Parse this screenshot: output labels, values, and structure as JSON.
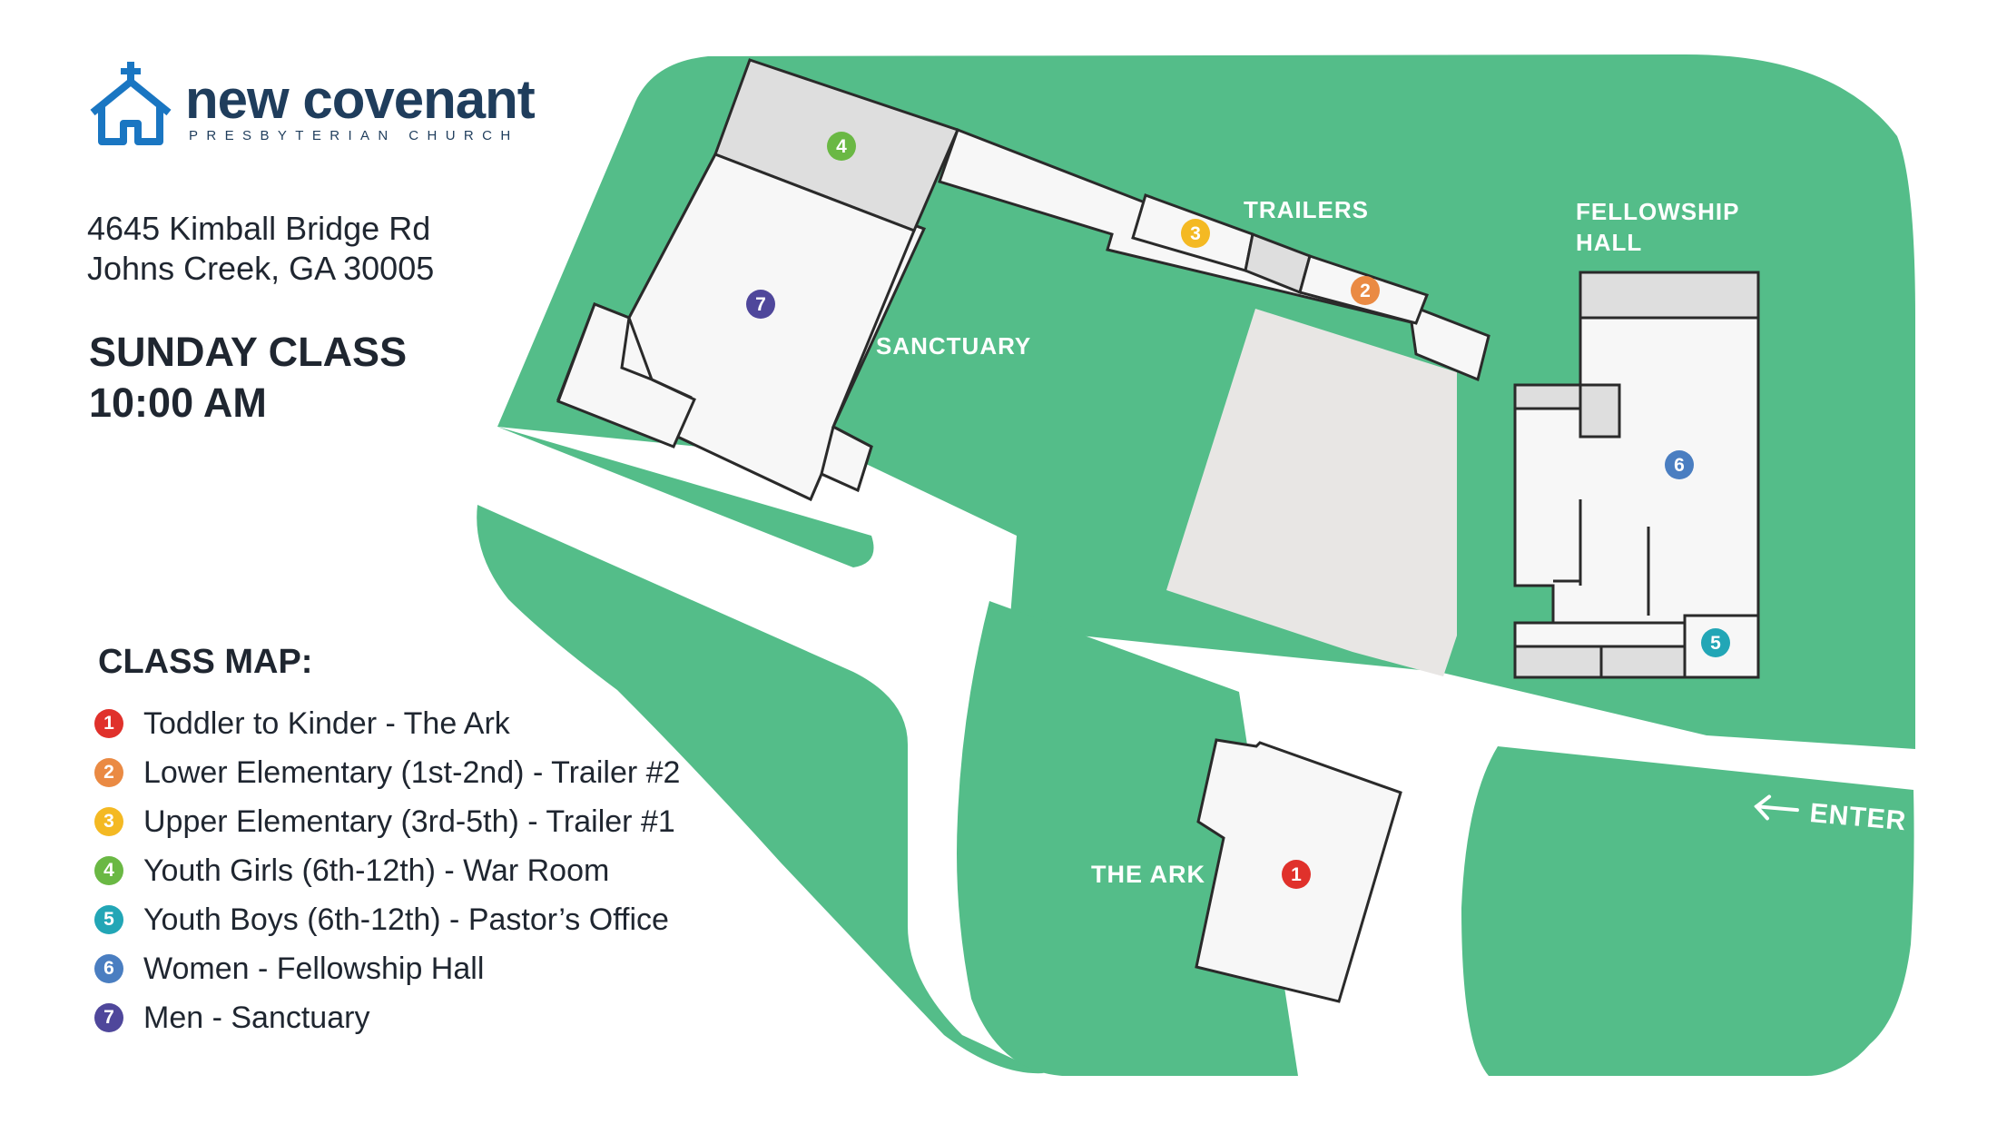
{
  "church": {
    "name": "new covenant",
    "subtitle": "PRESBYTERIAN CHURCH",
    "address_line1": "4645 Kimball Bridge Rd",
    "address_line2": "Johns Creek, GA 30005"
  },
  "service": {
    "line1": "SUNDAY CLASS",
    "line2": "10:00 AM"
  },
  "colors": {
    "grass": "#54bd89",
    "building_fill": "#f7f7f7",
    "building_stroke": "#2a2a2a",
    "shaded_room": "#dedede",
    "parking": "#e8e6e4",
    "brand": "#1a76c2",
    "text": "#1f2630"
  },
  "legend": {
    "title": "CLASS MAP:",
    "items": [
      {
        "num": "1",
        "label": "Toddler to Kinder - The Ark",
        "color": "#e0312b"
      },
      {
        "num": "2",
        "label": "Lower Elementary (1st-2nd) - Trailer #2",
        "color": "#ea8a43"
      },
      {
        "num": "3",
        "label": "Upper Elementary (3rd-5th) - Trailer #1",
        "color": "#f4b923"
      },
      {
        "num": "4",
        "label": "Youth Girls (6th-12th) - War Room",
        "color": "#6ab844"
      },
      {
        "num": "5",
        "label": "Youth Boys (6th-12th) - Pastor’s Office",
        "color": "#22a6b6"
      },
      {
        "num": "6",
        "label": "Women - Fellowship Hall",
        "color": "#4a7ec1"
      },
      {
        "num": "7",
        "label": "Men - Sanctuary",
        "color": "#4f479b"
      }
    ]
  },
  "map": {
    "labels": {
      "trailers": "TRAILERS",
      "fellowship_line1": "FELLOWSHIP",
      "fellowship_line2": "HALL",
      "sanctuary": "SANCTUARY",
      "the_ark": "THE ARK",
      "enter": "ENTER"
    },
    "enter_icon": "left-arrow-icon"
  }
}
